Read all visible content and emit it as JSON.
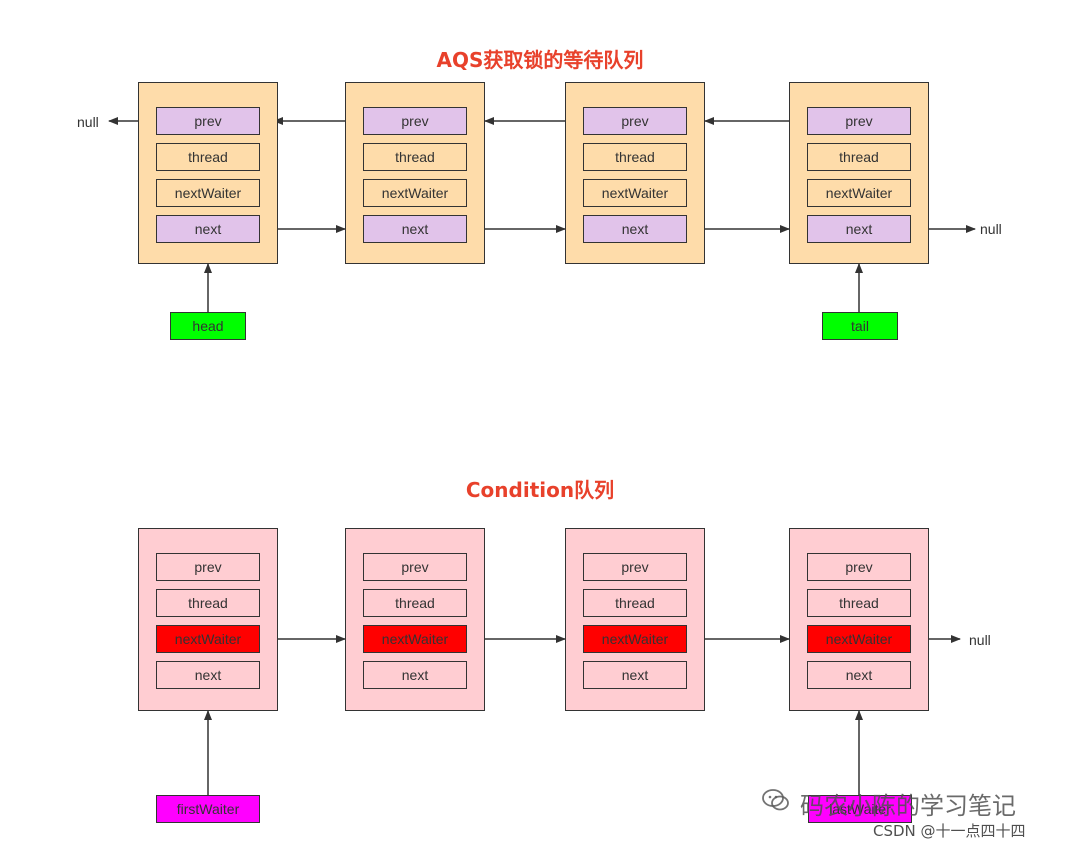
{
  "titles": {
    "aqs": "AQS获取锁的等待队列",
    "condition": "Condition队列"
  },
  "node_fields": [
    "prev",
    "thread",
    "nextWaiter",
    "next"
  ],
  "pointers": {
    "head": "head",
    "tail": "tail",
    "first_waiter": "firstWaiter",
    "last_waiter": "lastWaiter"
  },
  "null_label": "null",
  "watermark": {
    "text": "码农小陈的学习笔记",
    "source": "CSDN @十一点四十四"
  },
  "colors": {
    "title": "#e8412b",
    "aqs_node": "#fedcaa",
    "aqs_link_field": "#e1c3ea",
    "condition_node": "#ffcdd2",
    "condition_link_field": "#ff0000",
    "head_tail": "#00ff00",
    "waiter_pointers": "#ff00ff"
  }
}
